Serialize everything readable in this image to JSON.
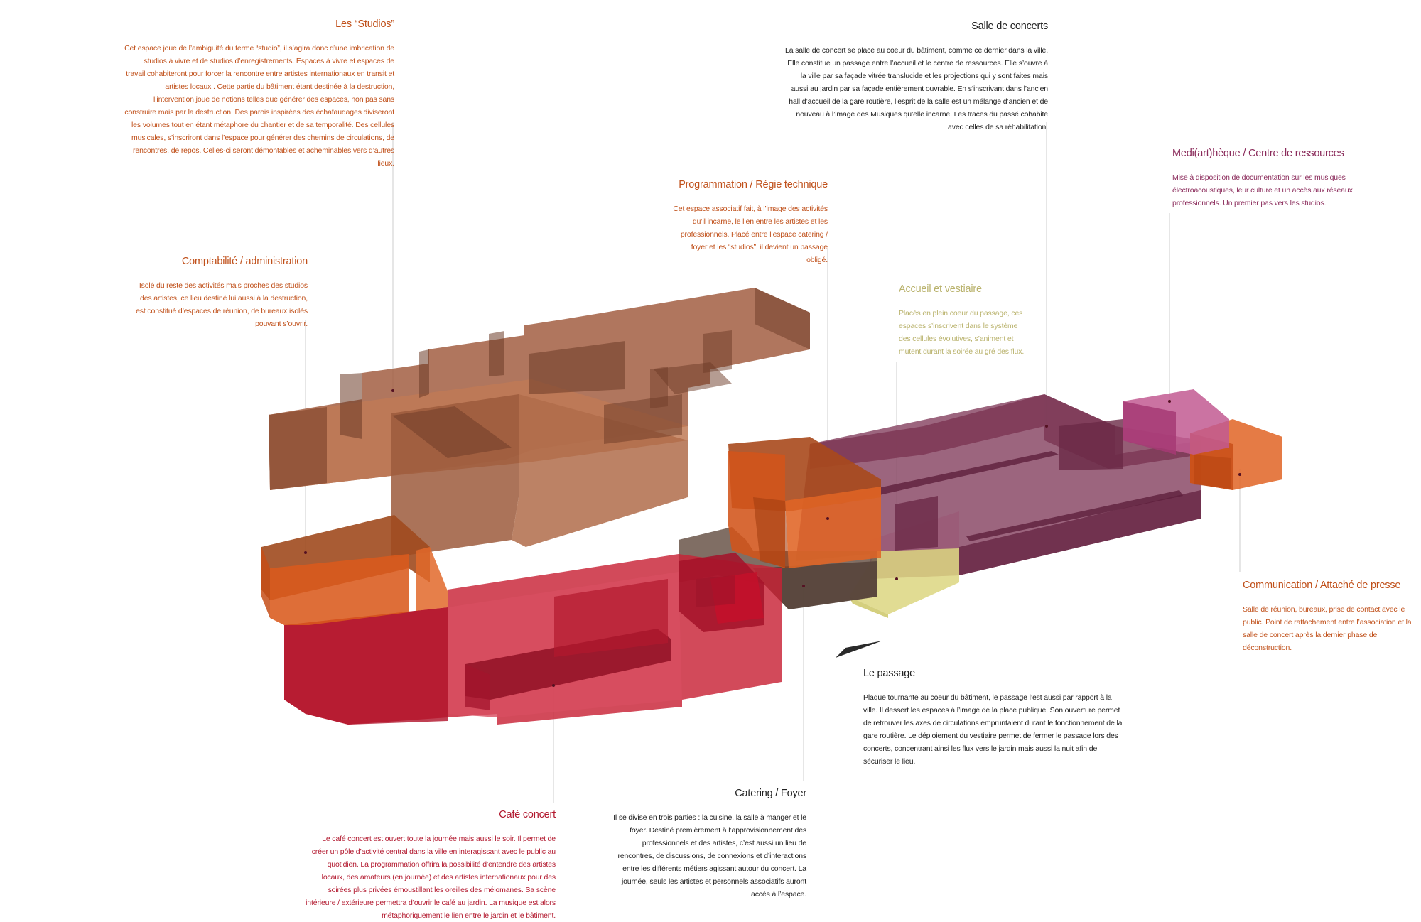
{
  "colors": {
    "studios": "#9c5b3f",
    "salle_concerts": "#7c3553",
    "cafe_concert": "#c82236",
    "catering": "#6e5a4f",
    "accueil": "#d6d06e",
    "orange_blocks": "#d95a1d",
    "mediatheque": "#c2508c",
    "leader": "#c9c9c9"
  },
  "sections": {
    "studios": {
      "title": "Les “Studios”",
      "text": "Cet espace joue de l’ambiguité du terme “studio”, il s’agira donc d’une imbrication de studios à vivre et de studios d’enregistrements. Espaces à vivre et espaces de travail cohabiteront pour forcer la rencontre entre artistes internationaux en transit et artistes locaux . Cette partie du bâtiment étant destinée à la destruction, l’intervention joue de notions telles que générer des espaces, non pas sans construire mais par la destruction. Des parois inspirées des échafaudages diviseront les volumes tout en étant métaphore du chantier et de sa temporalité. Des cellules musicales, s’inscriront dans l’espace pour générer des chemins de circulations, de rencontres, de repos. Celles-ci seront démontables et acheminables vers d’autres lieux."
    },
    "salle_concerts": {
      "title": "Salle de concerts",
      "text": "La salle de concert se place au coeur du bâtiment, comme ce dernier dans la ville. Elle constitue un passage entre l’accueil et le centre de ressources. Elle s’ouvre à la ville par sa façade vitrée translucide et les projections qui y sont faites mais aussi au jardin par sa façade entièrement ouvrable. En s’inscrivant dans l’ancien hall d’accueil de la gare routière, l’esprit de la salle est un mélange d’ancien et de nouveau à l’image des Musiques qu’elle incarne. Les traces du passé cohabite avec celles de sa réhabilitation."
    },
    "mediatheque": {
      "title": "Medi(art)hèque / Centre de ressources",
      "text": "Mise à disposition de documentation sur les musiques électroacoustiques, leur culture et un accès aux réseaux professionnels. Un premier pas vers les studios."
    },
    "programmation": {
      "title": "Programmation / Régie technique",
      "text": "Cet espace associatif fait, à l’image des activités qu’il incarne, le lien entre les artistes et les professionnels. Placé entre l’espace catering / foyer et les “studios”, il devient un passage obligé."
    },
    "comptabilite": {
      "title": "Comptabilité / administration",
      "text": "Isolé du reste des activités mais proches des studios des artistes, ce lieu destiné lui aussi à la destruction, est constitué d’espaces de réunion, de bureaux isolés pouvant s’ouvrir."
    },
    "accueil": {
      "title": "Accueil et vestiaire",
      "text": "Placés en plein coeur du passage, ces espaces s’inscrivent dans le système des cellules évolutives, s’animent et mutent durant la soirée au gré des flux."
    },
    "communication": {
      "title": "Communication / Attaché de presse",
      "text": "Salle de réunion, bureaux, prise de contact avec le public. Point de rattachement entre l’association et la salle de concert après la dernier phase de déconstruction."
    },
    "passage": {
      "title": "Le passage",
      "text": "Plaque tournante au coeur du bâtiment, le passage l’est aussi par rapport à la ville. Il dessert les espaces à l’image de la place publique. Son ouverture permet de retrouver les axes de circulations empruntaient durant le fonctionnement de la gare routière. Le déploiement du vestiaire permet de fermer le passage lors des concerts, concentrant ainsi les flux vers le jardin mais aussi la nuit afin de sécuriser le lieu."
    },
    "catering": {
      "title": "Catering / Foyer",
      "text": "Il se divise en trois parties : la cuisine, la salle à manger et le foyer. Destiné premièrement à l’approvisionnement des professionnels et des artistes, c’est aussi un lieu de rencontres, de discussions, de connexions et d’interactions entre les différents métiers agissant autour du concert. La journée, seuls les artistes et personnels associatifs auront accès à l’espace."
    },
    "cafe_concert": {
      "title": "Café concert",
      "text": "Le café concert est ouvert toute la journée mais aussi le soir. Il permet de créer un pôle d’activité central dans la ville en interagissant avec le public au quotidien. La programmation offrira la possibilité d’entendre des artistes locaux, des amateurs (en journée) et des artistes internationaux pour des soirées plus privées émoustillant les oreilles des mélomanes. Sa scène intérieure / extérieure permettra d’ouvrir le café au jardin. La musique est alors métaphoriquement le lien entre le jardin et le bâtiment."
    }
  }
}
